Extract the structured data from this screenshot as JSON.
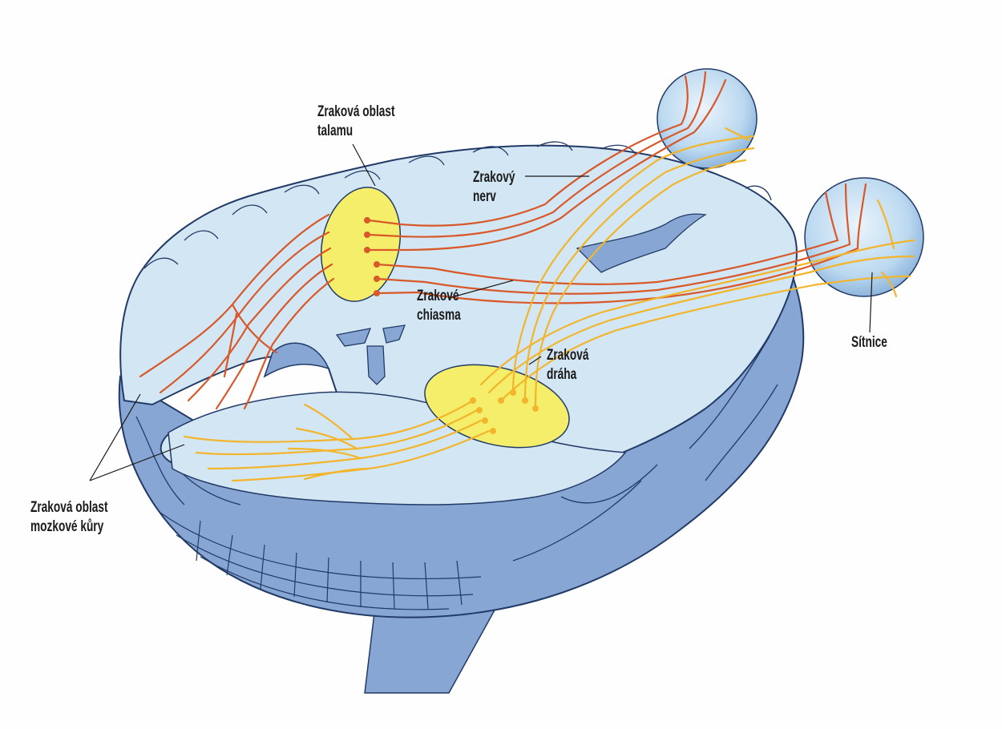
{
  "labels": {
    "thalamus": {
      "line1": "Zraková oblast",
      "line2": "talamu"
    },
    "nerve": {
      "line1": "Zrakový",
      "line2": "nerv"
    },
    "chiasma": {
      "line1": "Zrakové",
      "line2": "chiasma"
    },
    "tract": {
      "line1": "Zraková",
      "line2": "dráha"
    },
    "retina": {
      "line1": "Sítnice"
    },
    "cortex": {
      "line1": "Zraková oblast",
      "line2": "mozkové kůry"
    }
  },
  "colors": {
    "brain_outer": "#87a6d4",
    "brain_section": "#d3e6f3",
    "outline": "#223a66",
    "fiber_red": "#d9582a",
    "fiber_yellow": "#f2b52b",
    "highlight_yellow": "#f5ee6a",
    "eye": "#bcd9f0"
  }
}
